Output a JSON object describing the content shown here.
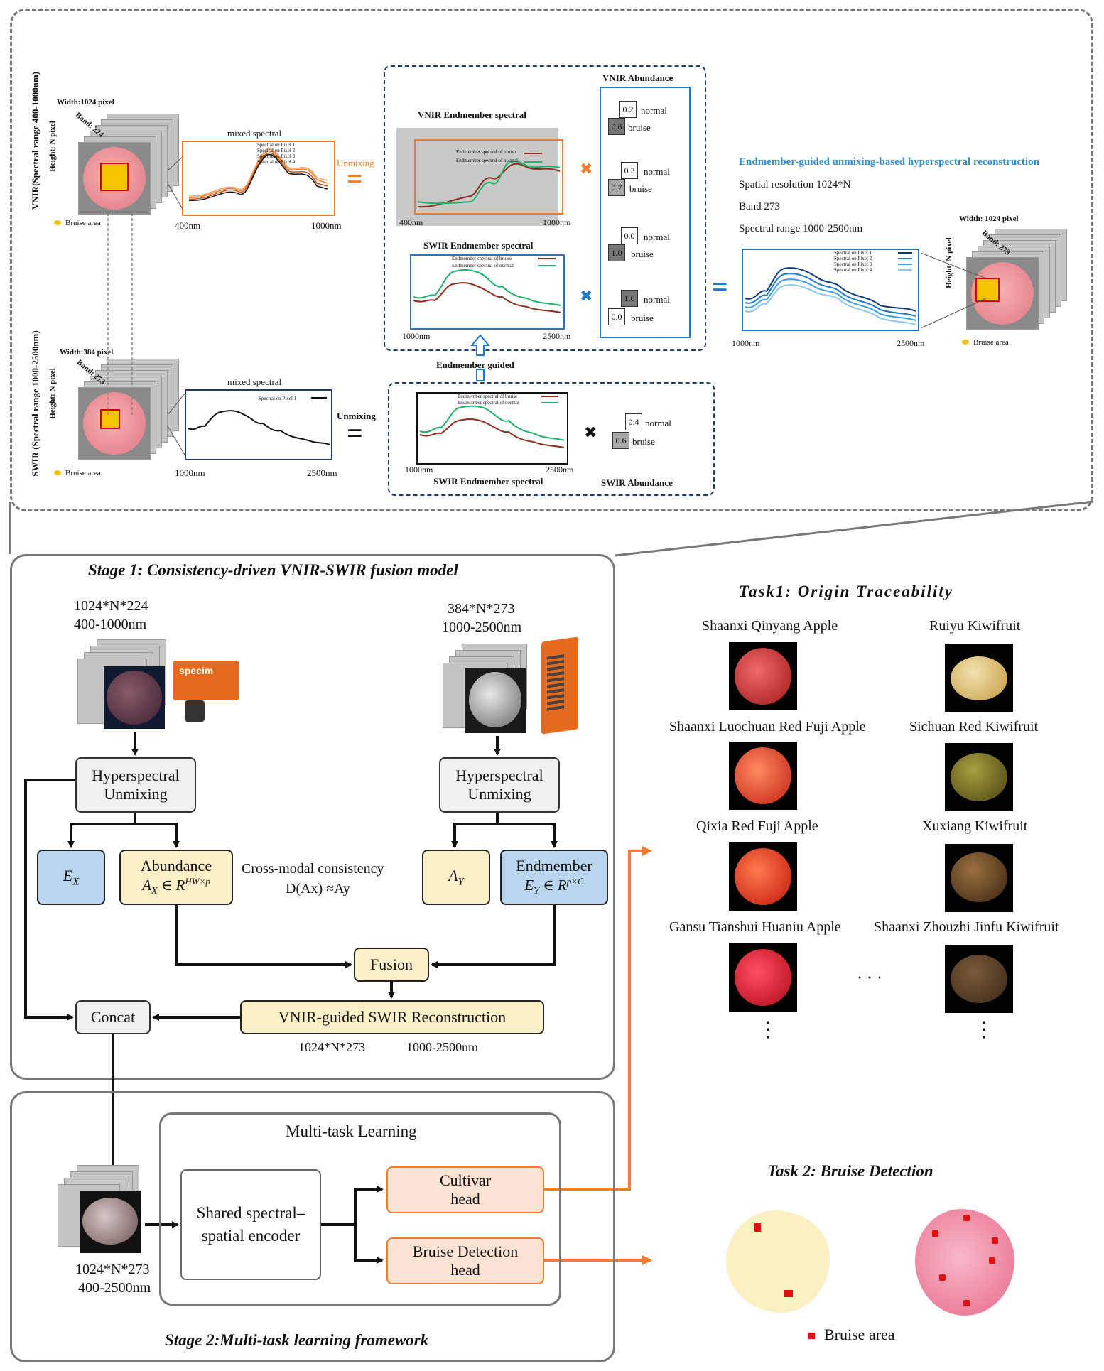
{
  "top": {
    "vnir_side_label": "VNIR(Spectral range 400-1000nm)",
    "swir_side_label": "SWIR (Spectral range 1000-2500nm)",
    "vnir_width": "Width:1024 pixel",
    "vnir_band": "Band: 224",
    "vnir_height": "Height: N pixel",
    "swir_width": "Width:384 pixel",
    "swir_band": "Band: 273",
    "swir_height": "Height: N pixel",
    "bruise_area": "Bruise area",
    "mixed_spectral": "mixed spectral",
    "vnir_mixed_legend": [
      "Spectral on Pixel 1",
      "Spectral on Pixel 2",
      "Spectral on Pixel 3",
      "Spectral on Pixel 4"
    ],
    "swir_mixed_legend": [
      "Spectral on Pixel 1"
    ],
    "axis_400": "400nm",
    "axis_1000": "1000nm",
    "axis_2500": "2500nm",
    "unmixing": "Unmixing",
    "eq": "=",
    "times": "✖",
    "vnir_endmember_title": "VNIR Endmember spectral",
    "swir_endmember_title": "SWIR Endmember spectral",
    "endmember_bruise": "Endmember spectral of bruise",
    "endmember_normal": "Endmember spectral of normal",
    "vnir_abundance_title": "VNIR Abundance",
    "swir_abundance_title": "SWIR Abundance",
    "normal": "normal",
    "bruise": "bruise",
    "vnir_abund": [
      {
        "normal": "0.2",
        "bruise": "0.8"
      },
      {
        "normal": "0.3",
        "bruise": "0.7"
      },
      {
        "normal": "0.0",
        "bruise": "1.0"
      },
      {
        "normal": "1.0",
        "bruise": "0.0"
      }
    ],
    "swir_abund": {
      "normal": "0.4",
      "bruise": "0.6"
    },
    "endmember_guided": "Endmember guided",
    "recon_title": "Endmember-guided unmixing-based hyperspectral reconstruction",
    "recon_res": "Spatial resolution 1024*N",
    "recon_band": "Band 273",
    "recon_range": "Spectral range 1000-2500nm",
    "recon_legend": [
      "Spectral on Pixel 1",
      "Spectral on Pixel 2",
      "Spectral on Pixel 3",
      "Spectral on Pixel 4"
    ],
    "recon_width": "Width: 1024 pixel",
    "recon_band_label": "Band: 273",
    "recon_height": "Height: N pixel"
  },
  "stage1": {
    "title": "Stage 1: Consistency-driven VNIR-SWIR fusion model",
    "vnir_dims": "1024*N*224",
    "vnir_range": "400-1000nm",
    "swir_dims": "384*N*273",
    "swir_range": "1000-2500nm",
    "specim": "specim",
    "hyper_unmixing_1": "Hyperspectral",
    "hyper_unmixing_2": "Unmixing",
    "ex": "E",
    "ex_sub": "X",
    "abundance": "Abundance",
    "ax": "A",
    "ax_sub": "X",
    "ax_set": "∈ R",
    "ax_sup": "HW×p",
    "cross_modal": "Cross-modal consistency",
    "cross_formula": "D(Ax) ≈Ay",
    "ay": "A",
    "ay_sub": "Y",
    "endmember": "Endmember",
    "ey": "E",
    "ey_sub": "Y",
    "ey_set": "∈ R",
    "ey_sup": "p×C",
    "fusion": "Fusion",
    "concat": "Concat",
    "recon": "VNIR-guided SWIR Reconstruction",
    "recon_dims": "1024*N*273",
    "recon_range": "1000-2500nm"
  },
  "stage2": {
    "title": "Stage 2:Multi-task learning framework",
    "mtl": "Multi-task Learning",
    "encoder_1": "Shared spectral–",
    "encoder_2": "spatial encoder",
    "cultivar_1": "Cultivar",
    "cultivar_2": "head",
    "bruise_1": "Bruise Detection",
    "bruise_2": "head",
    "input_dims": "1024*N*273",
    "input_range": "400-2500nm"
  },
  "task1": {
    "title": "Task1:  Origin  Traceability",
    "apples": [
      "Shaanxi Qinyang Apple",
      "Shaanxi Luochuan Red Fuji Apple",
      "Qixia Red Fuji Apple",
      "Gansu Tianshui Huaniu Apple"
    ],
    "kiwis": [
      "Ruiyu Kiwifruit",
      "Sichuan Red Kiwifruit",
      "Xuxiang Kiwifruit",
      "Shaanxi Zhouzhi Jinfu Kiwifruit"
    ],
    "ellipsis": "· · ·",
    "vdots": "⋮"
  },
  "task2": {
    "title": "Task 2: Bruise Detection",
    "legend": "Bruise area"
  },
  "colors": {
    "orange": "#ef7d2c",
    "blue": "#1f78c8",
    "title_blue": "#2a8fd6",
    "bruise_red": "#8b2e1e",
    "normal_green": "#1fb06a",
    "yellow_box": "#fdf0c9",
    "blue_box": "#bad6ee",
    "peach_box": "#fde3d3"
  }
}
